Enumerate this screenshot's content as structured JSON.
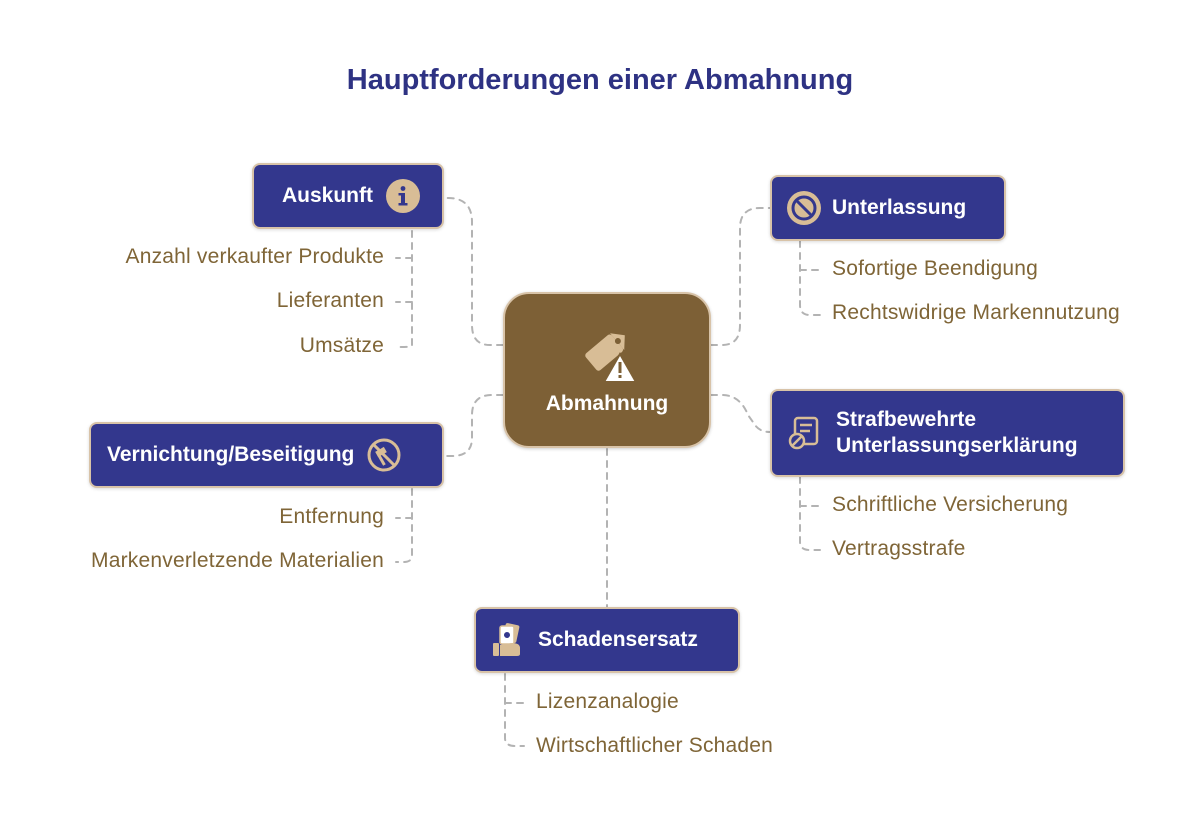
{
  "title": "Hauptforderungen einer Abmahnung",
  "center": {
    "label": "Abmahnung",
    "icon": "tag-warning-icon"
  },
  "branches": {
    "auskunft": {
      "label": "Auskunft",
      "icon": "info-icon",
      "items": [
        "Anzahl verkaufter Produkte",
        "Lieferanten",
        "Umsätze"
      ]
    },
    "unterlassung": {
      "label": "Unterlassung",
      "icon": "prohibited-icon",
      "items": [
        "Sofortige Beendigung",
        "Rechtswidrige Markennutzung"
      ]
    },
    "vernichtung": {
      "label": "Vernichtung/Beseitigung",
      "icon": "hammer-prohibited-icon",
      "items": [
        "Entfernung",
        "Markenverletzende Materialien"
      ]
    },
    "strafbewehrte": {
      "label_line1": "Strafbewehrte",
      "label_line2": "Unterlassungserklärung",
      "icon": "document-prohibited-icon",
      "items": [
        "Schriftliche Versicherung",
        "Vertragsstrafe"
      ]
    },
    "schadensersatz": {
      "label": "Schadensersatz",
      "icon": "money-hand-icon",
      "items": [
        "Lizenzanalogie",
        "Wirtschaftlicher Schaden"
      ]
    }
  },
  "colors": {
    "title": "#2e3283",
    "box": "#33378d",
    "box_border": "#d8c3a8",
    "center": "#7d6036",
    "item_text": "#7f6537",
    "connector": "#b0b0b0"
  }
}
